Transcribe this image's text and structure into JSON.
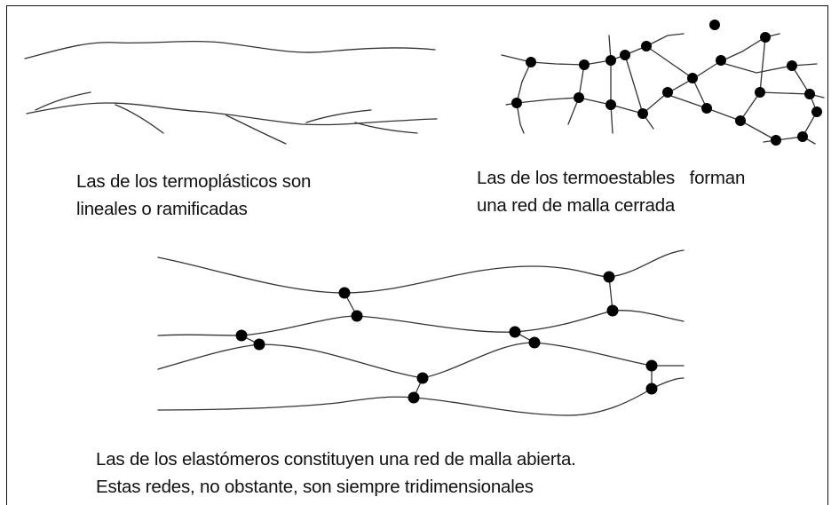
{
  "colors": {
    "background": "#ffffff",
    "border": "#111111",
    "chain_line": "#333333",
    "crosslink_node": "#000000",
    "text": "#111111"
  },
  "captions": {
    "thermoplastic": {
      "line1": "Las de los termoplásticos son",
      "line2": "lineales o ramificadas"
    },
    "thermoset": {
      "line1": "Las de los termoestables   forman",
      "line2": "una red de malla cerrada"
    },
    "elastomer": {
      "line1": "Las de los elastómeros constituyen una red de malla abierta.",
      "line2": "Estas redes, no obstante, son siempre tridimensionales"
    }
  }
}
